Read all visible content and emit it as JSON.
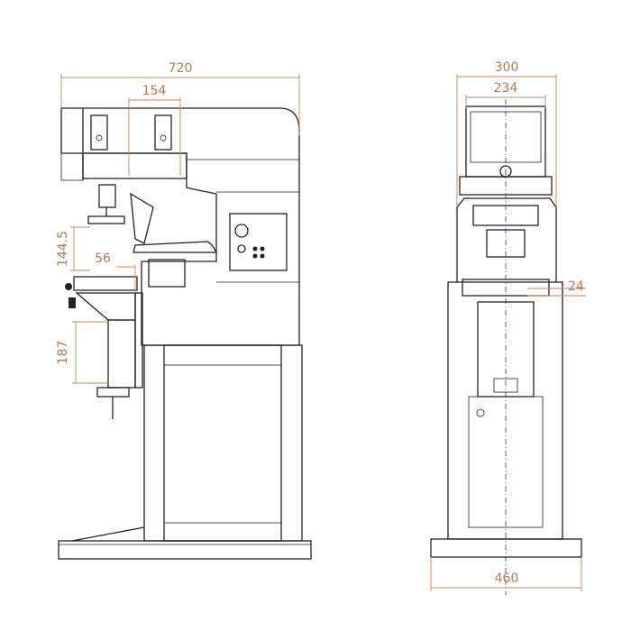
{
  "drawing": {
    "side_view": {
      "dimensions": {
        "overall_width": "720",
        "pad_spacing": "154",
        "stroke_height": "144.5",
        "table_offset": "56",
        "table_lift": "187"
      }
    },
    "front_view": {
      "dimensions": {
        "width_top": "300",
        "width_inner": "234",
        "offset": "24",
        "base_width": "460"
      }
    },
    "colors": {
      "line": "#222222",
      "dimension": "#c9845a",
      "centerline": "#3344aa"
    }
  }
}
